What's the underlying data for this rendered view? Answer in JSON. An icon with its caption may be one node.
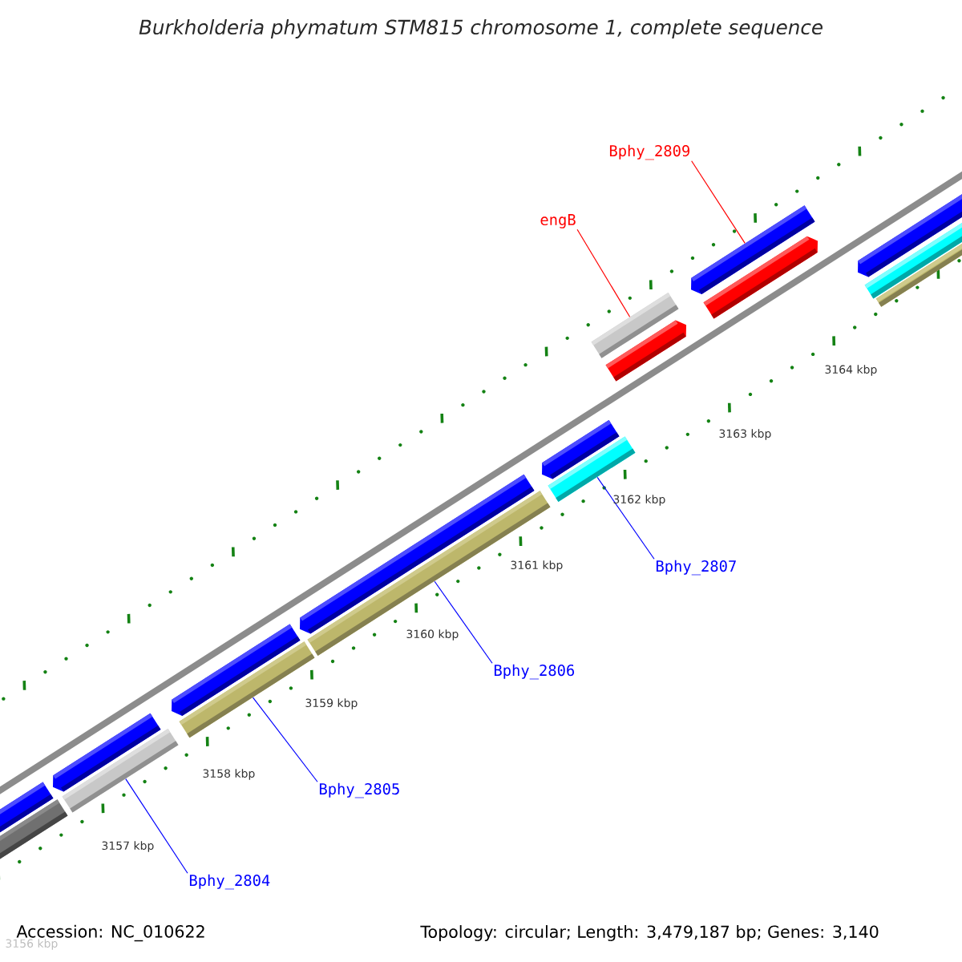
{
  "diagram": {
    "title": "Burkholderia phymatum STM815 chromosome 1, complete sequence",
    "nodes": [
      {
        "text": [
          "Bphy_2809"
        ]
      },
      {
        "text": [],
        "shape": "bar"
      },
      {
        "text": [
          "engB"
        ]
      },
      {
        "text": [],
        "shape": "bar"
      },
      {
        "text": [
          "Bphy_2807"
        ]
      },
      {
        "text": [],
        "shape": "bar"
      },
      {
        "text": [
          "Bphy_2806"
        ]
      },
      {
        "text": [],
        "shape": "bar"
      },
      {
        "text": [
          "Bphy_2805"
        ]
      },
      {
        "text": [],
        "shape": "bar"
      },
      {
        "text": [
          "Bphy_2804"
        ]
      },
      {
        "text": [],
        "shape": "bar"
      },
      {
        "text": [],
        "shape": "bar"
      },
      {
        "text": [],
        "shape": "bar"
      },
      {
        "text": [],
        "shape": "bar"
      },
      {
        "text": [],
        "shape": "bar"
      },
      {
        "text": [],
        "shape": "bar"
      },
      {
        "text": [],
        "shape": "bar"
      },
      {
        "text": [],
        "shape": "bar"
      },
      {
        "text": [],
        "shape": "bar"
      },
      {
        "text": [],
        "shape": "bar"
      },
      {
        "text": [],
        "shape": "bar"
      },
      {
        "text": [],
        "shape": "bar"
      }
    ],
    "edges": [
      {
        "from": 0,
        "to": 1,
        "arrow": "none",
        "color": "#ff0000"
      },
      {
        "from": 2,
        "to": 3,
        "arrow": "none",
        "color": "#ff0000"
      },
      {
        "from": 4,
        "to": 5,
        "arrow": "none"
      },
      {
        "from": 6,
        "to": 7,
        "arrow": "none"
      },
      {
        "from": 8,
        "to": 9,
        "arrow": "none"
      },
      {
        "from": 10,
        "to": 11,
        "arrow": "none"
      }
    ],
    "labels": [
      "3164 kbp",
      "3163 kbp",
      "3162 kbp",
      "3161 kbp",
      "3160 kbp",
      "3159 kbp",
      "3158 kbp",
      "3157 kbp",
      "3156 kbp",
      "Accession: NC_010622",
      "Topology: circular; Length: 3,479,187 bp; Genes: 3,140"
    ]
  }
}
